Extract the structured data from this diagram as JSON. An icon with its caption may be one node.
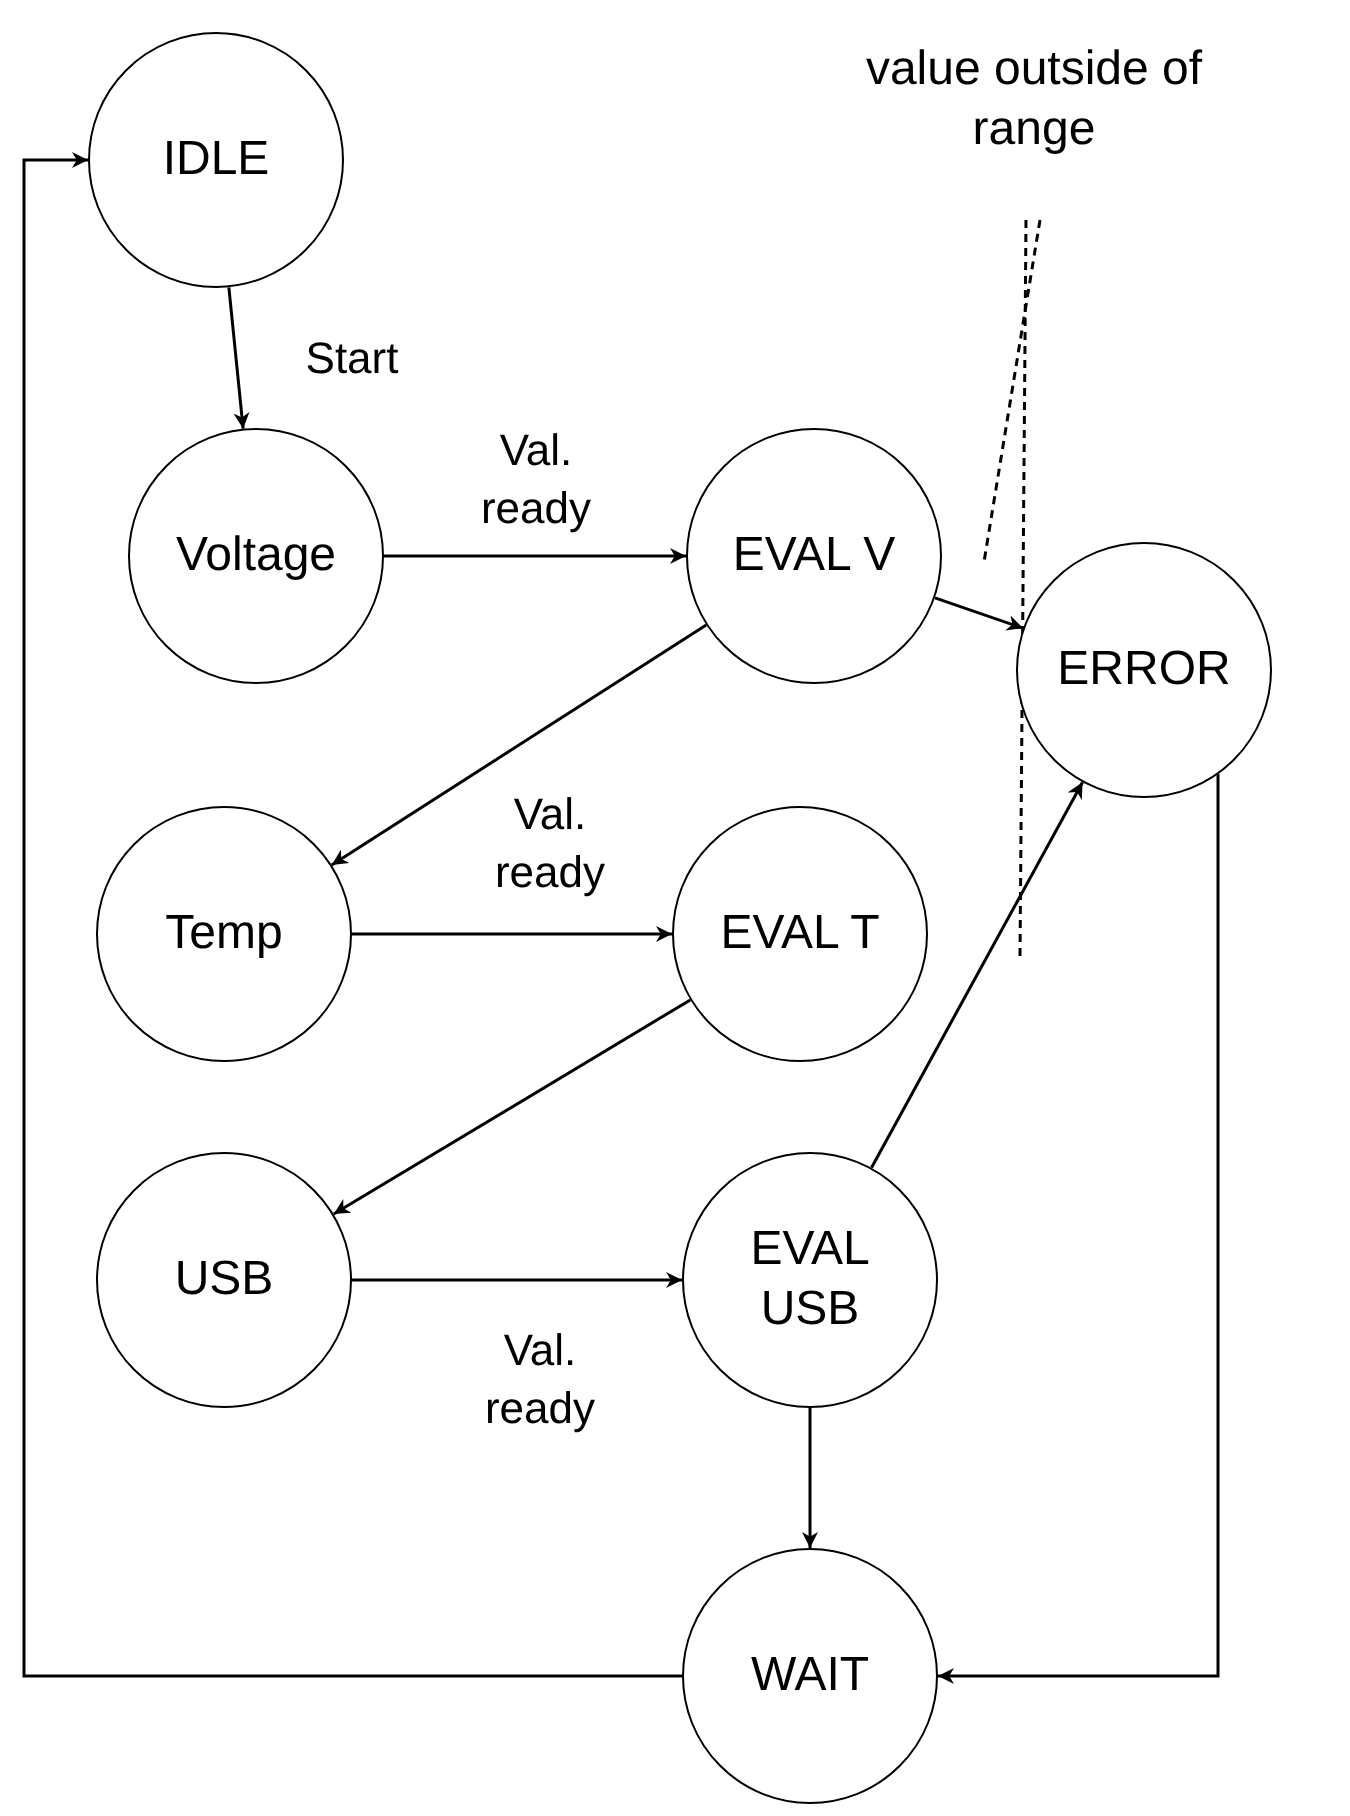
{
  "diagram": {
    "nodes": [
      {
        "text": [
          "IDLE"
        ]
      },
      {
        "text": [
          "Voltage"
        ]
      },
      {
        "text": [
          "EVAL V"
        ]
      },
      {
        "text": [
          "ERROR"
        ]
      },
      {
        "text": [
          "Temp"
        ]
      },
      {
        "text": [
          "EVAL T"
        ]
      },
      {
        "text": [
          "USB"
        ]
      },
      {
        "text": [
          "EVAL USB"
        ]
      },
      {
        "text": [
          "WAIT"
        ]
      },
      {
        "text": [
          "value outside of range"
        ]
      }
    ],
    "edges": [
      {
        "from": 0,
        "to": 1,
        "arrow": "to",
        "label": "Start"
      },
      {
        "from": 1,
        "to": 2,
        "arrow": "to",
        "label": "Val. ready"
      },
      {
        "from": 2,
        "to": 3,
        "arrow": "to"
      },
      {
        "from": 2,
        "to": 4,
        "arrow": "to"
      },
      {
        "from": 4,
        "to": 5,
        "arrow": "to",
        "label": "Val. ready"
      },
      {
        "from": 5,
        "to": 6,
        "arrow": "to"
      },
      {
        "from": 6,
        "to": 7,
        "arrow": "to",
        "label": "Val. ready"
      },
      {
        "from": 7,
        "to": 3,
        "arrow": "to"
      },
      {
        "from": 7,
        "to": 8,
        "arrow": "to"
      },
      {
        "from": 3,
        "to": 8,
        "arrow": "to"
      },
      {
        "from": 8,
        "to": 0,
        "arrow": "to"
      },
      {
        "from": 9,
        "to": null,
        "arrow": "none",
        "style": "dashed"
      },
      {
        "from": 9,
        "to": null,
        "arrow": "none",
        "style": "dashed"
      }
    ]
  }
}
